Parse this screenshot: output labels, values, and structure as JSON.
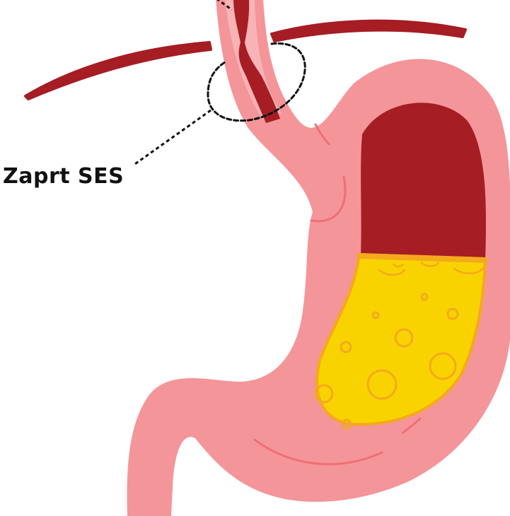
{
  "annotation": {
    "label": "Zaprt SES"
  },
  "colors": {
    "background": "#ffffff",
    "stomach_wall": "#f4959a",
    "stomach_wall_shade": "#ee6f78",
    "gastric_lumen": "#a61d24",
    "gastric_fluid": "#f9d300",
    "gastric_fluid_edge": "#f5a91c",
    "diaphragm": "#a61d24",
    "label_text": "#111111"
  },
  "icons": [
    "diaphragm-shape",
    "esophagus-shape",
    "stomach-shape",
    "gastric-fluid-shape",
    "bubble-shape",
    "dashed-callout-ellipse"
  ]
}
